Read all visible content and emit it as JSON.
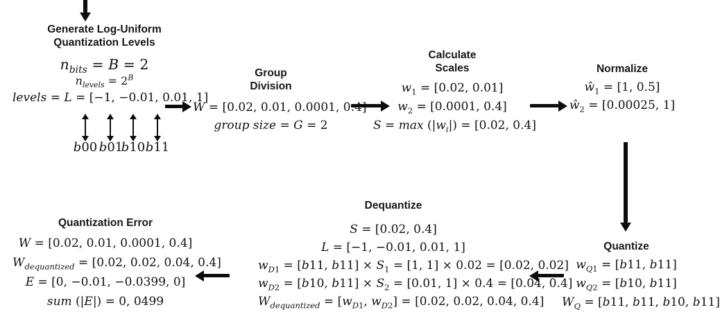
{
  "canvas": {
    "background": "#ffffff",
    "ink": "#0c0c0c"
  },
  "blocks": {
    "generate": {
      "title_line1": "Generate Log-Uniform",
      "title_line2": "Quantization Levels",
      "eq1": "n_{bits} = B = 2",
      "eq2": "n_{levels} = 2^{B}",
      "eq3": "levels = L = [−1, −0.01, 0.01, 1]",
      "bit_labels": [
        "b00",
        "b01",
        "b10",
        "b11"
      ]
    },
    "group_division": {
      "title_line1": "Group",
      "title_line2": "Division",
      "eq1": "W = [0.02, 0.01, 0.0001, 0.4]",
      "eq2": "group size = G = 2"
    },
    "calculate_scales": {
      "title_line1": "Calculate",
      "title_line2": "Scales",
      "eq1": "w_{1} = [0.02, 0.01]",
      "eq2": "w_{2} = [0.0001, 0.4]",
      "eq3": "S = max (|w_{i}|) = [0.02, 0.4]"
    },
    "normalize": {
      "title": "Normalize",
      "eq1": "ŵ_{1} = [1, 0.5]",
      "eq2": "ŵ_{2} = [0.00025, 1]"
    },
    "quantize": {
      "title": "Quantize",
      "eq1": "w_{Q1} = [b11, b11]",
      "eq2": "w_{Q2} = [b10, b11]",
      "eq3": "W_{Q} = [b11, b11, b10, b11]"
    },
    "dequantize": {
      "title": "Dequantize",
      "eq1": "S = [0.02, 0.4]",
      "eq2": "L = [−1, −0.01, 0.01, 1]",
      "eq3": "w_{D1} = [b11, b11] × S_{1} = [1, 1] × 0.02 = [0.02, 0.02]",
      "eq4": "w_{D2} = [b10, b11] × S_{2} = [0.01, 1] × 0.4 = [0.04, 0.4]",
      "eq5": "W_{dequantized} = [w_{D1}, w_{D2}] = [0.02, 0.02, 0.04, 0.4]"
    },
    "quant_error": {
      "title": "Quantization Error",
      "eq1": "W = [0.02, 0.01, 0.0001, 0.4]",
      "eq2": "W_{dequantized} = [0.02, 0.02, 0.04, 0.4]",
      "eq3": "E = [0, −0.01, −0.0399, 0]",
      "eq4": "sum (|E|) = 0, 0499"
    }
  }
}
